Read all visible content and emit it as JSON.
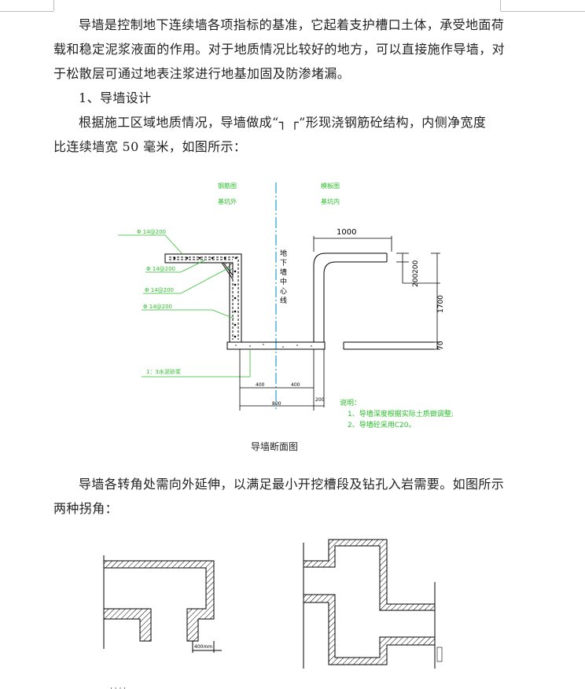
{
  "doc": {
    "para1": {
      "line1": "导墙是控制地下连续墙各项指标的基准，它起着支护槽口土体，承受地面荷",
      "line2": "载和稳定泥浆液面的作用。对于地质情况比较好的地方，可以直接施作导墙，对",
      "line3": "于松散层可通过地表注浆进行地基加固及防渗堵漏。"
    },
    "heading1": "1、导墙设计",
    "para2": {
      "line1": "根据施工区域地质情况，导墙做成“┐ ┌”形现浇钢筋砼结构，内侧净宽度",
      "line2": "比连续墙宽 50 毫米，如图所示："
    },
    "para3": {
      "line1": "导墙各转角处需向外延伸，以满足最小开挖槽段及钻孔入岩需要。如图所示",
      "line2": "两种拐角："
    }
  },
  "figure1": {
    "caption": "导墙断面图",
    "left_top_labels": [
      "钢筋图",
      "基坑外"
    ],
    "right_top_labels": [
      "模板图",
      "基坑内"
    ],
    "rebar_labels": [
      "Φ 14@200",
      "Φ 14@200",
      "Φ 14@200",
      "Φ 14@200"
    ],
    "centerline_chars": [
      "地",
      "下",
      "墙",
      "中",
      "心",
      "线"
    ],
    "dim_top": "1000",
    "dim_right": [
      "200",
      "200",
      "1700",
      "70"
    ],
    "dim_bottom": [
      "400",
      "400",
      "800",
      "200"
    ],
    "mortar_label": "1：3水泥砂浆",
    "notes": [
      "说明：",
      "1、导墙深度根据实际土质做调整;",
      "2、导墙砼采用C20。"
    ]
  },
  "figure2": {
    "dim_label_left": "400mm"
  },
  "colors": {
    "annotation_green": "#2bbf2b",
    "centerline_blue": "#1f9fd6",
    "drawing_black": "#000000"
  }
}
